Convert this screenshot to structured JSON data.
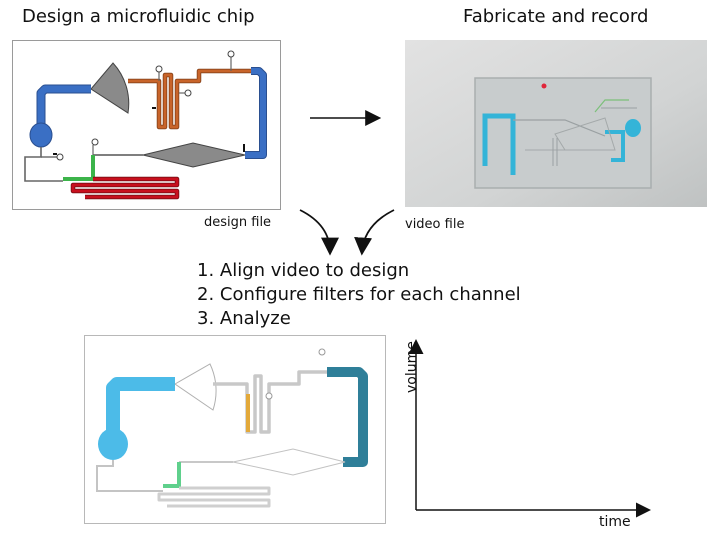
{
  "headings": {
    "design": "Design a microfluidic chip",
    "fabricate": "Fabricate and record"
  },
  "file_labels": {
    "design_file": "design file",
    "video_file": "video file"
  },
  "steps": [
    "1. Align video to design",
    "2. Configure filters for each channel",
    "3. Analyze"
  ],
  "plot": {
    "ylabel": "volume",
    "xlabel": "time"
  },
  "colors": {
    "blue_channel": "#3a6fc4",
    "orange_channel": "#c8642a",
    "red_channel": "#c8101e",
    "green_channel": "#3cb44a",
    "gray_shape": "#8a8a8a",
    "photo_channel": "#34b4d8",
    "analysis_light_blue": "#4cbbe8",
    "analysis_dark_teal": "#2f7f99",
    "analysis_orange": "#e3a93a",
    "analysis_green": "#5fd08c"
  }
}
